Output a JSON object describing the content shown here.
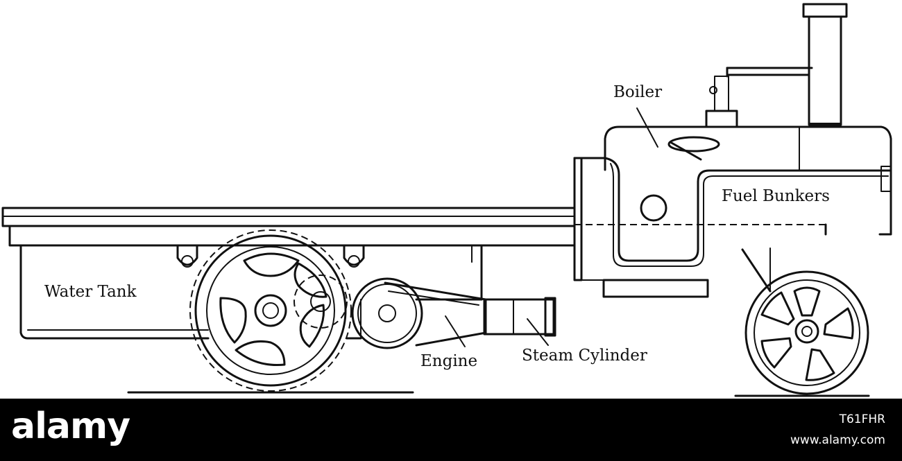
{
  "diagram": {
    "labels": {
      "boiler": "Boiler",
      "fuel_bunkers": "Fuel Bunkers",
      "water_tank": "Water Tank",
      "engine": "Engine",
      "steam_cylinder": "Steam Cylinder"
    }
  },
  "watermark": {
    "logo": "alamy",
    "image_id": "T61FHR",
    "url": "www.alamy.com"
  },
  "colors": {
    "ink": "#111111",
    "background": "#ffffff",
    "watermark_bar": "#000000",
    "watermark_text": "#ffffff"
  }
}
